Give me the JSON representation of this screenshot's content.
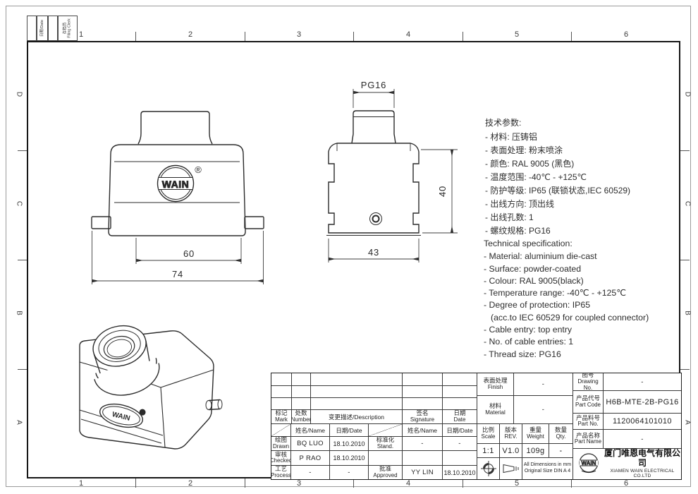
{
  "sheet": {
    "zones": {
      "cols": [
        "1",
        "2",
        "3",
        "4",
        "5",
        "6"
      ],
      "rows": [
        "D",
        "C",
        "B",
        "A"
      ]
    },
    "filing": {
      "date_label": "日期/Date",
      "clerk_cn": "存档员",
      "clerk_en": "Filing Clerk"
    }
  },
  "drawing": {
    "front_view": {
      "dim_top_width": "60",
      "dim_overall_width": "74",
      "logo": "WAIN",
      "registered": "®"
    },
    "side_view": {
      "dim_thread": "PG16",
      "dim_height": "40",
      "dim_depth": "43"
    },
    "iso_view": {
      "logo": "WAIN",
      "registered": "®"
    }
  },
  "notes_cn": {
    "title": "技术参数:",
    "items": [
      "- 材料: 压铸铝",
      "- 表面处理: 粉末喷涂",
      "- 颜色: RAL 9005 (黑色)",
      "- 温度范围: -40℃ - +125℃",
      "- 防护等级: IP65 (联锁状态,IEC 60529)",
      "- 出线方向: 顶出线",
      "- 出线孔数: 1",
      "- 螺纹规格: PG16"
    ]
  },
  "notes_en": {
    "title": "Technical specification:",
    "items": [
      "- Material: aluminium die-cast",
      "- Surface: powder-coated",
      "- Colour: RAL 9005(black)",
      "- Temperature range: -40℃ - +125℃",
      "- Degree of protection: IP65",
      "(acc.to IEC 60529 for coupled connector)",
      "- Cable entry: top entry",
      "- No. of cable entries: 1",
      "- Thread size: PG16"
    ]
  },
  "title_block": {
    "revision": {
      "mark_cn": "标记",
      "mark_en": "Mark",
      "number_cn": "处数",
      "number_en": "Number",
      "description": "变更描述/Description",
      "signature_cn": "签名",
      "signature_en": "Signature",
      "date_cn": "日期",
      "date_en": "Date"
    },
    "sign": {
      "name_header": "姓名/Name",
      "date_header": "日期/Date",
      "drawn_cn": "绘图",
      "drawn_en": "Drawn",
      "drawn_name": "BQ LUO",
      "drawn_date": "18.10.2010",
      "stand_cn": "标准化",
      "stand_en": "Stand.",
      "stand_name": "-",
      "stand_date": "-",
      "checked_cn": "审核",
      "checked_en": "Checked",
      "checked_name": "P RAO",
      "checked_date": "18.10.2010",
      "process_cn": "工艺",
      "process_en": "Process",
      "process_name": "-",
      "process_date": "-",
      "approved_cn": "批准",
      "approved_en": "Approved",
      "approved_name": "YY LIN",
      "approved_date": "18.10.2010"
    },
    "info": {
      "finish_cn": "表面处理",
      "finish_en": "Finish",
      "finish_value": "-",
      "material_cn": "材料",
      "material_en": "Material",
      "material_value": "-",
      "scale_cn": "比例",
      "scale_en": "Scale",
      "scale_value": "1:1",
      "rev_cn": "版本",
      "rev_en": "REV.",
      "rev_value": "V1.0",
      "weight_cn": "重量",
      "weight_en": "Weight",
      "weight_value": "109g",
      "qty_cn": "数量",
      "qty_en": "Qty.",
      "qty_value": "-",
      "dims_note_line1": "All Dimensions in mm",
      "dims_note_line2": "Original Size DIN A 4"
    },
    "part": {
      "drawing_no_cn": "图号",
      "drawing_no_en": "Drawing No.",
      "drawing_no_value": "-",
      "part_code_cn": "产品代号",
      "part_code_en": "Part Code",
      "part_code_value": "H6B-MTE-2B-PG16",
      "part_no_cn": "产品料号",
      "part_no_en": "Part No.",
      "part_no_value": "1120064101010",
      "part_name_cn": "产品名称",
      "part_name_en": "Part Name",
      "part_name_value": "-",
      "company_logo": "WAIN",
      "company_cn": "厦门唯恩电气有限公司",
      "company_en": "XIAMEN WAIN ELECTRICAL CO.LTD"
    }
  }
}
